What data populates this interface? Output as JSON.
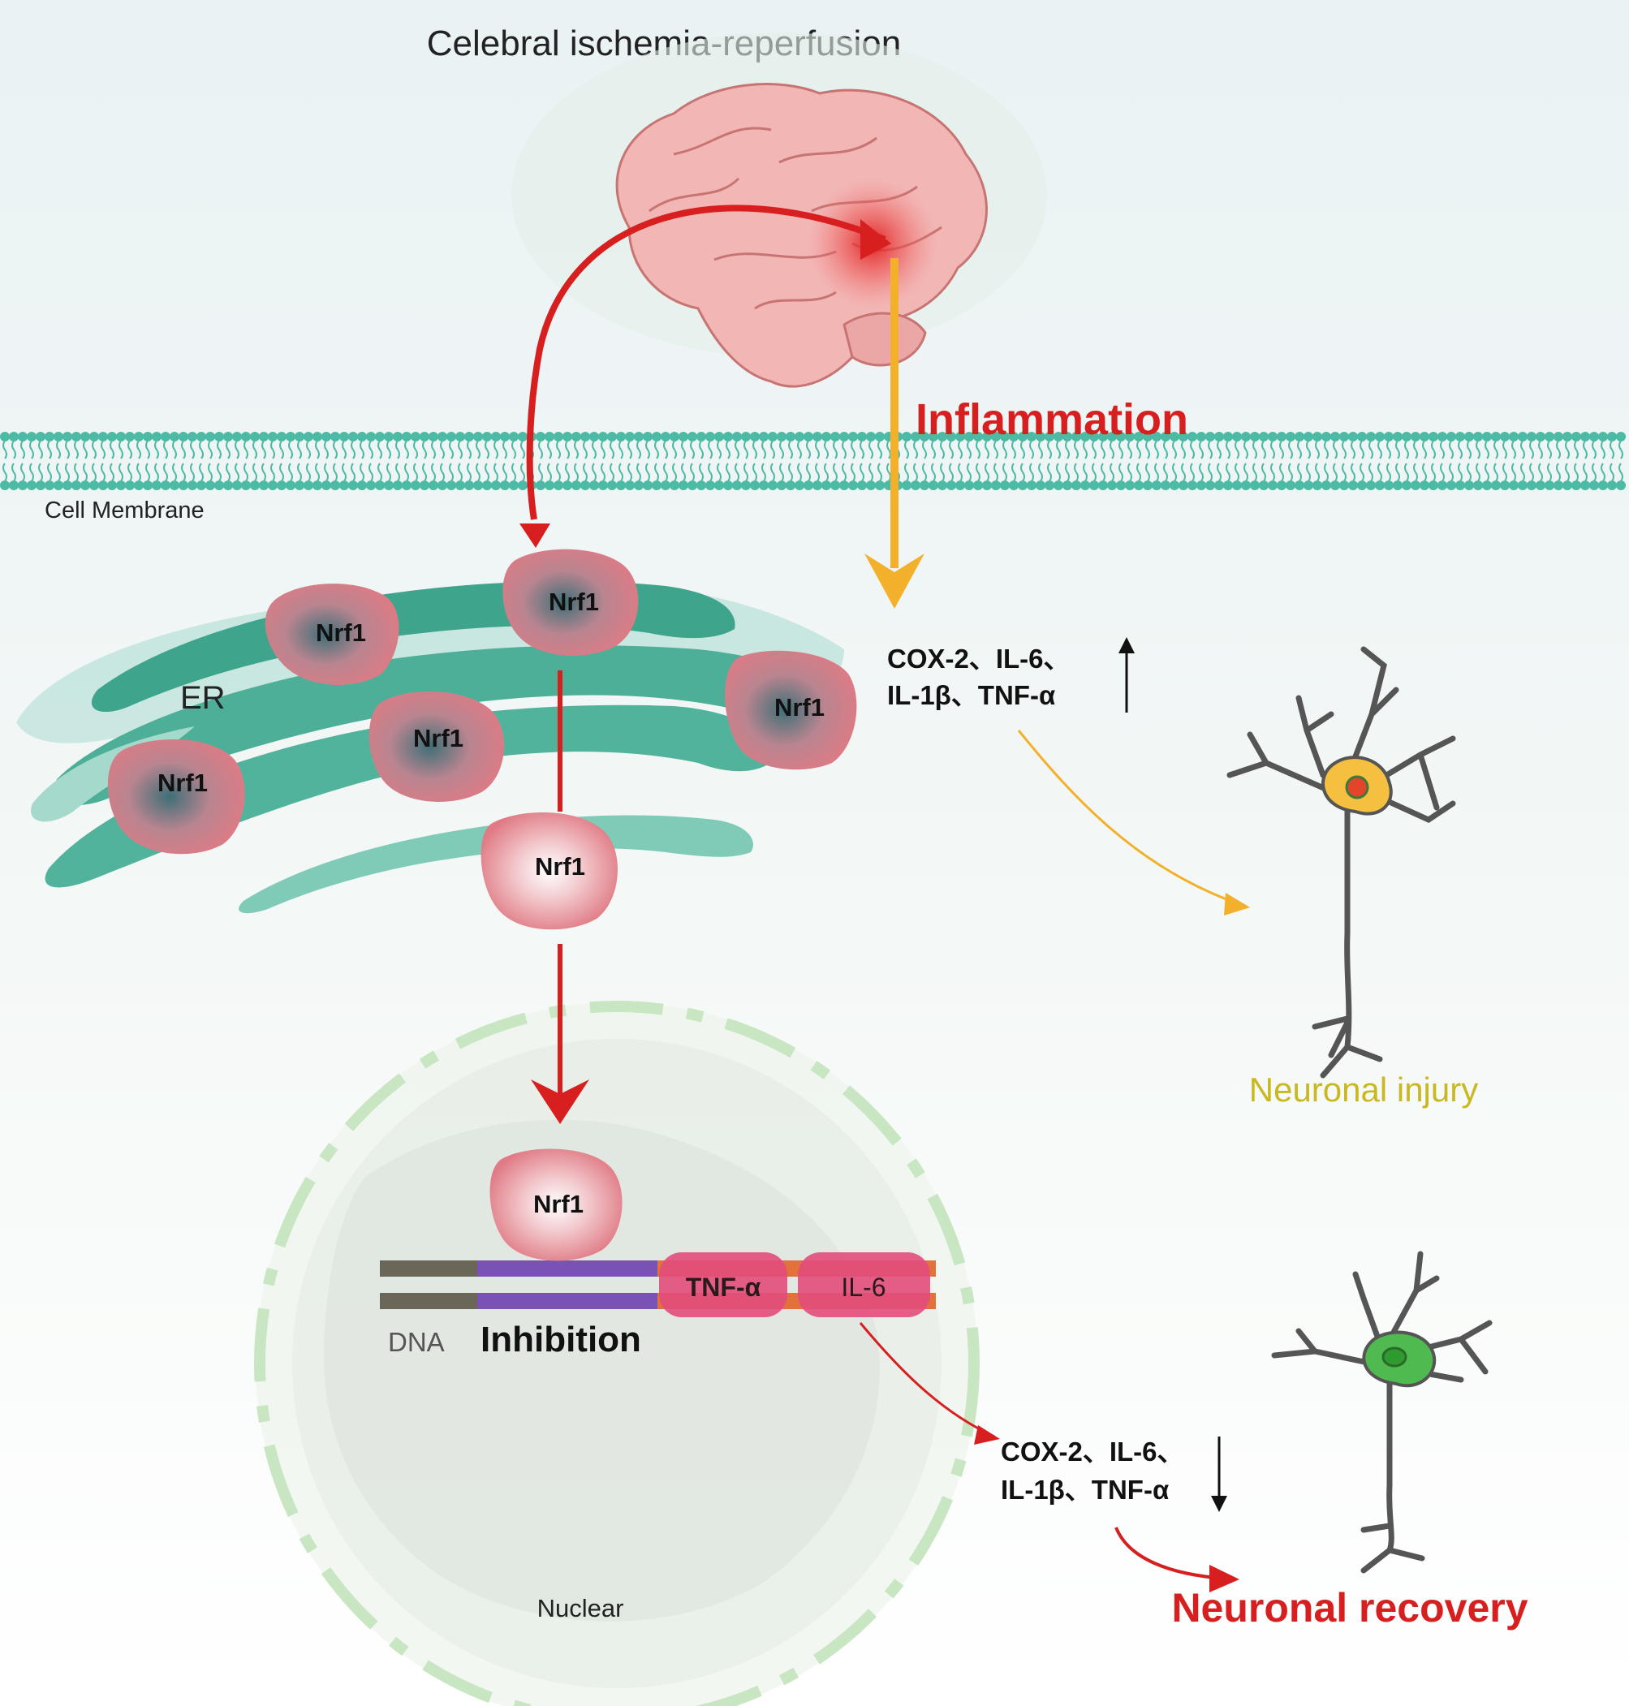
{
  "title": "Celebral ischemia-reperfusion",
  "labels": {
    "inflammation": "Inflammation",
    "cell_membrane": "Cell Membrane",
    "er": "ER",
    "protein": "Nrf1",
    "cytokines_up_line1": "COX-2、IL-6、",
    "cytokines_up_line2": "IL-1β、TNF-α",
    "up_arrow": "↑",
    "neuronal_injury": "Neuronal injury",
    "dna": "DNA",
    "inhibition": "Inhibition",
    "gene_tnf": "TNF-α",
    "gene_il6": "IL-6",
    "cytokines_down_line1": "COX-2、IL-6、",
    "cytokines_down_line2": "IL-1β、TNF-α",
    "down_arrow": "↓",
    "nuclear": "Nuclear",
    "neuronal_recovery": "Neuronal recovery"
  },
  "colors": {
    "red": "#d71f1f",
    "orange": "#f3b02b",
    "teal": "#4dbaa6",
    "er_green": "#3aa88f",
    "protein_pink": "#e5848c",
    "dna_purple": "#7a52b5",
    "dna_gray": "#6a6658",
    "gene_pink": "#e24d7c",
    "injury_text": "#c9b820",
    "nucleus_green": "#c9e6c2",
    "neuron_orange": "#f5c040",
    "neuron_green": "#4fba4f"
  }
}
